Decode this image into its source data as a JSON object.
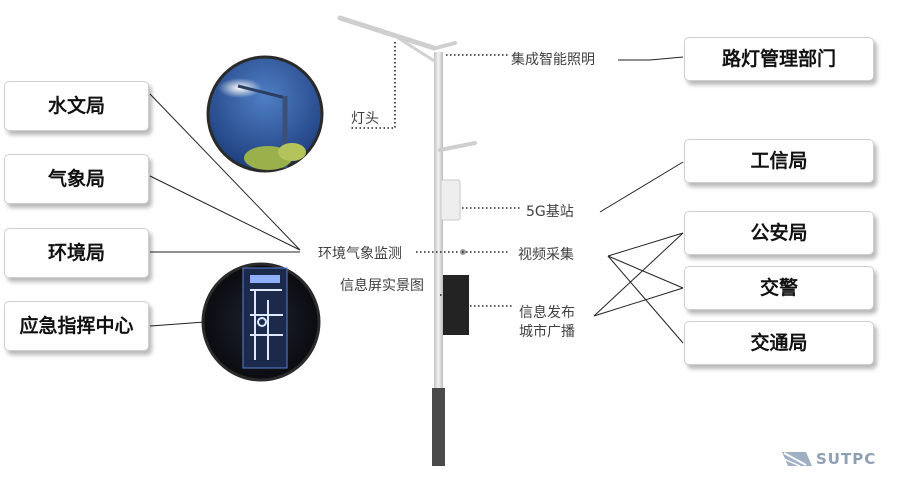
{
  "labels": {
    "integrated_lighting": "集成智能照明",
    "lamp_head": "灯头",
    "base_station": "5G基站",
    "env_monitor": "环境气象监测",
    "video": "视频采集",
    "info_screen_photo": "信息屏实景图",
    "info_release_1": "信息发布",
    "info_release_2": "城市广播"
  },
  "departments": {
    "left": [
      "水文局",
      "气象局",
      "环境局",
      "应急指挥中心"
    ],
    "right": [
      "路灯管理部门",
      "工信局",
      "公安局",
      "交警",
      "交通局"
    ]
  },
  "brand": {
    "name": "SUTPC"
  },
  "colors": {
    "line": "#222222",
    "dotted": "#222222",
    "pole": "#d6d6d6",
    "pole_base": "#4a4a4a",
    "brand": "#8e9fb3"
  }
}
